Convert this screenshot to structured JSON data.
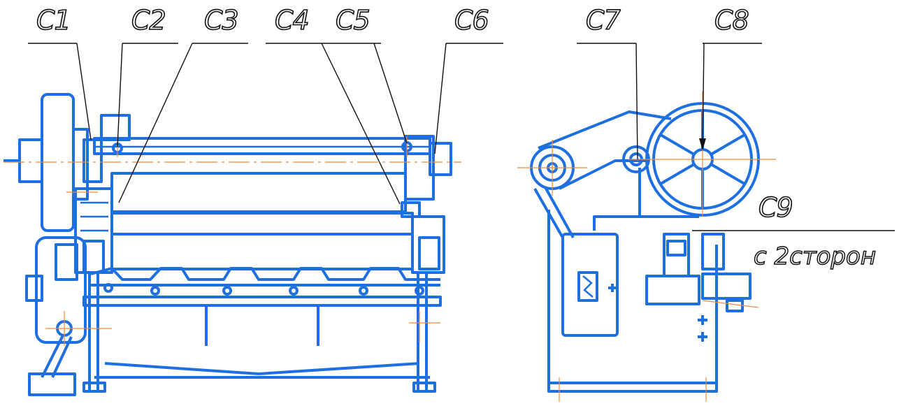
{
  "labels": {
    "c1": "C1",
    "c2": "C2",
    "c3": "C3",
    "c4": "C4",
    "c5": "C5",
    "c6": "C6",
    "c7": "C7",
    "c8": "C8",
    "c9": "C9",
    "note": "c 2сторон"
  },
  "colors": {
    "line": "#1e6fe0",
    "axis": "#f08a3a",
    "leader": "#111111",
    "background": "#ffffff"
  }
}
